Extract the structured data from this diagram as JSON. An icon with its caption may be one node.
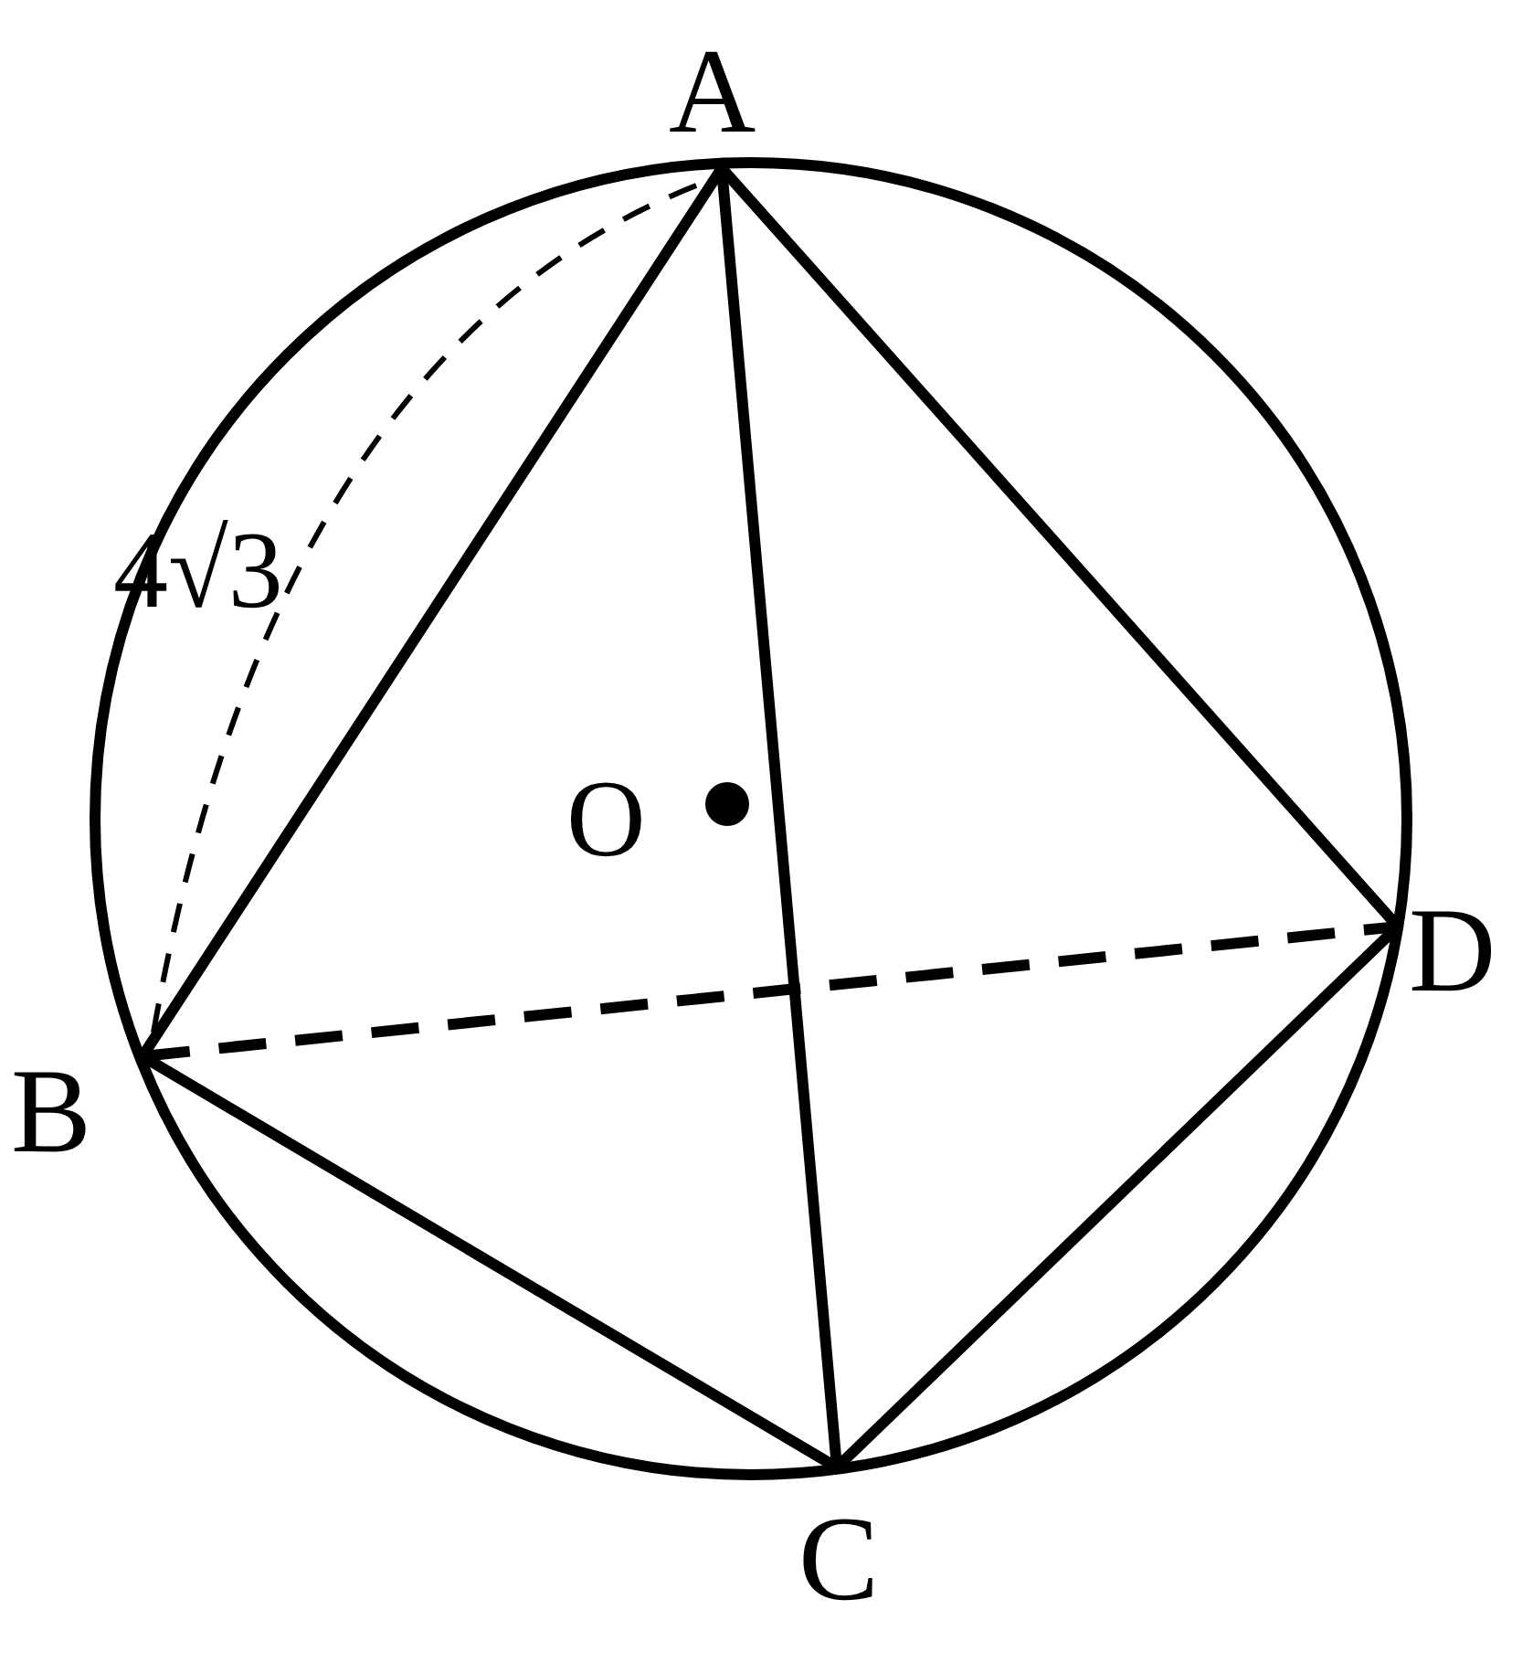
{
  "diagram": {
    "nodes": [
      {
        "text": [
          "A"
        ]
      },
      {
        "text": [
          "B"
        ]
      },
      {
        "text": [
          "C"
        ]
      },
      {
        "text": [
          "D"
        ]
      }
    ],
    "edges": [
      {
        "from": 0,
        "to": 1,
        "arrow": "none"
      },
      {
        "from": 0,
        "to": 2,
        "arrow": "none"
      },
      {
        "from": 0,
        "to": 3,
        "arrow": "none"
      },
      {
        "from": 1,
        "to": 2,
        "arrow": "none"
      },
      {
        "from": 2,
        "to": 3,
        "arrow": "none"
      },
      {
        "from": 1,
        "to": 3,
        "arrow": "none",
        "style": "dashed"
      }
    ],
    "labels": [
      "4√3",
      "O"
    ]
  }
}
